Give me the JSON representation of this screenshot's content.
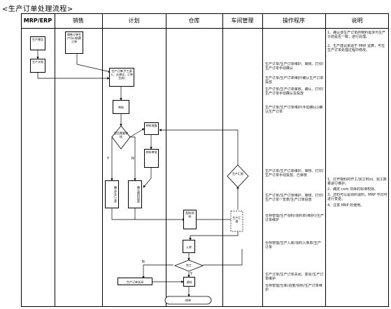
{
  "title": "<生产订单处理流程>",
  "columns": [
    "MRP/ERP",
    "销售",
    "计划",
    "仓库",
    "车间管理",
    "操作程序",
    "说明"
  ],
  "boxes": {
    "mrp_order": "生产建议",
    "mrp_plan": "生产计划",
    "sales_order": "销售订单生产(ec)依赖订单",
    "plan_create": "生产订单(手工录入、从建议、订单生成)",
    "plan_confirm": "审核",
    "plan_lineplan": "确认生产订单",
    "plan_mrptrans": "确认物料投放",
    "wh_prepare": "材料准备",
    "wh_approve": "材料审批",
    "wh_issue": "配料领料",
    "wh_return": "入库",
    "wh_report": "退料",
    "wh_end": "结单",
    "shop_report": "生产汇报",
    "prod_ship": "生产订单关闭"
  },
  "diamonds": {
    "plan_check": "是否需要审核",
    "shop_check": "生产汇报",
    "wh_check": "完工"
  },
  "branch": {
    "y": "Y",
    "n": "N"
  },
  "ops": [
    "生产订单/生产订单维护、审核、打印/生产订单手动确认",
    "生产订单/生产订单维护/确认生产订单投放",
    "生产订单/生产订单审核、确认、打印/生产订单手动确认及投放",
    "生产订单/生产订单维护(手动确认)/确认生产订单",
    "生产订单/生产订单维护、审核、打印/生产订单手动投放、已审核",
    "生产订单/生产订单维护、审核、打印/生产订单一览表/生产订单投放",
    "仓存管理/生产领料/领料单(维护)/生产订单维护",
    "仓存管理/生产入库/领料入库单/生产订单",
    "生产订单/生产订单关闭、复原/生产订单维护",
    "仓存管理/仓库/进度/领料/生产订单维护"
  ],
  "notes": [
    "1、确认该生产订单的物料需求与生产计划是否一致，进行处理。",
    "2、生产建议来源于 MRP 运算，可在生产订单处理过程中修改。",
    "1、打开物料的开工/完工时间、完工数量进行维护。",
    "2、确定 com 项目的标准权限。",
    "3、还料可以是领料退料，MRP 平均可进行变更。",
    "4、注意 MRP 的使用。"
  ]
}
